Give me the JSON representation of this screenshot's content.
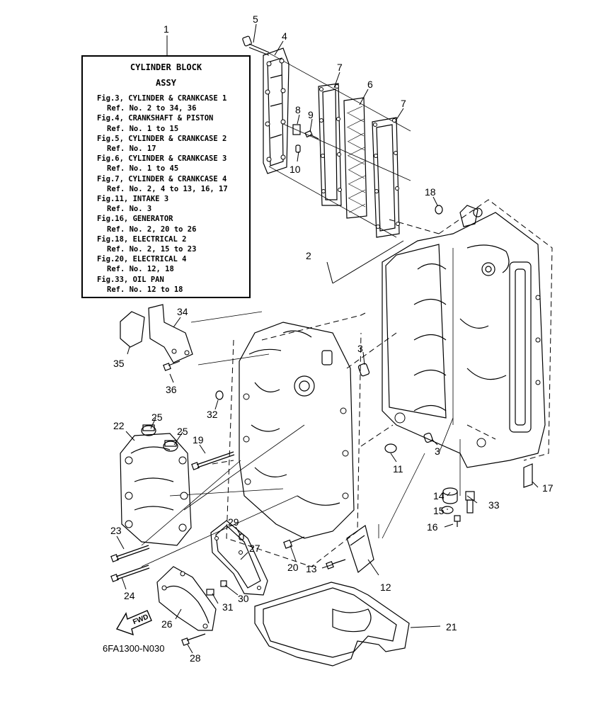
{
  "reference_box": {
    "title_1": "CYLINDER BLOCK",
    "title_2": "ASSY",
    "lines": [
      {
        "fig": "Fig.3, CYLINDER & CRANKCASE 1",
        "ref": "Ref. No. 2 to 34, 36"
      },
      {
        "fig": "Fig.4, CRANKSHAFT & PISTON",
        "ref": "Ref. No. 1 to 15"
      },
      {
        "fig": "Fig.5, CYLINDER & CRANKCASE 2",
        "ref": "Ref. No. 17"
      },
      {
        "fig": "Fig.6, CYLINDER & CRANKCASE 3",
        "ref": "Ref. No. 1 to 45"
      },
      {
        "fig": "Fig.7, CYLINDER & CRANKCASE 4",
        "ref": "Ref. No. 2, 4 to 13, 16, 17"
      },
      {
        "fig": "Fig.11, INTAKE 3",
        "ref": "Ref. No. 3"
      },
      {
        "fig": "Fig.16, GENERATOR",
        "ref": "Ref. No. 2, 20 to 26"
      },
      {
        "fig": "Fig.18, ELECTRICAL 2",
        "ref": "Ref. No. 2, 15 to 23"
      },
      {
        "fig": "Fig.20, ELECTRICAL 4",
        "ref": "Ref. No. 12, 18"
      },
      {
        "fig": "Fig.33, OIL PAN",
        "ref": "Ref. No. 12 to 18"
      }
    ]
  },
  "part_numbers": {
    "p1": "1",
    "p2": "2",
    "p3a": "3",
    "p3b": "3",
    "p4": "4",
    "p5": "5",
    "p6": "6",
    "p7a": "7",
    "p7b": "7",
    "p8": "8",
    "p9": "9",
    "p10": "10",
    "p11": "11",
    "p12": "12",
    "p13": "13",
    "p14": "14",
    "p15": "15",
    "p16": "16",
    "p17": "17",
    "p18": "18",
    "p19": "19",
    "p20": "20",
    "p21": "21",
    "p22": "22",
    "p23": "23",
    "p24": "24",
    "p25a": "25",
    "p25b": "25",
    "p26": "26",
    "p27": "27",
    "p28": "28",
    "p29": "29",
    "p30": "30",
    "p31": "31",
    "p32": "32",
    "p33": "33",
    "p34": "34",
    "p35": "35",
    "p36": "36"
  },
  "fwd_label": "FWD",
  "drawing_code": "6FA1300-N030"
}
